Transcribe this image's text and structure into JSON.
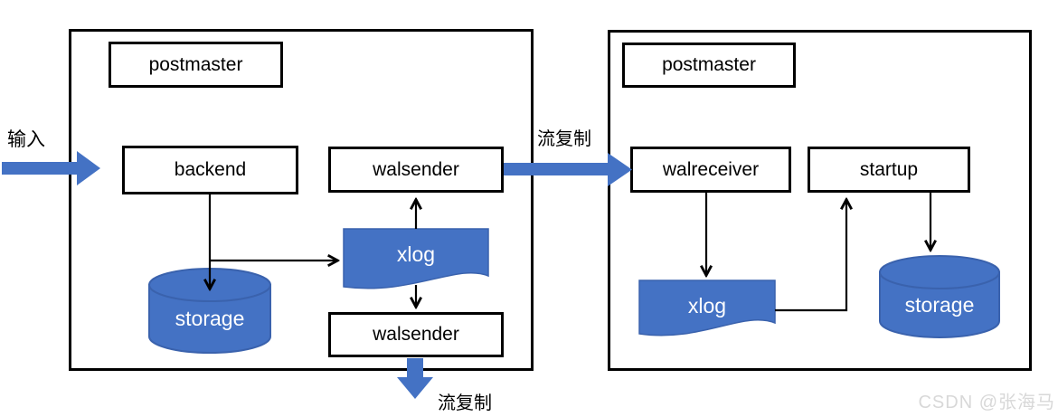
{
  "labels": {
    "input": "输入",
    "stream_replication_top": "流复制",
    "stream_replication_bottom": "流复制"
  },
  "primary_server": {
    "postmaster": "postmaster",
    "backend": "backend",
    "walsender_top": "walsender",
    "walsender_bottom": "walsender",
    "xlog": "xlog",
    "storage": "storage"
  },
  "standby_server": {
    "postmaster": "postmaster",
    "walreceiver": "walreceiver",
    "startup": "startup",
    "xlog": "xlog",
    "storage": "storage"
  },
  "watermark": "CSDN @张海马",
  "colors": {
    "shape_fill": "#4472C4",
    "shape_stroke": "#3A62AD",
    "connector": "#000000",
    "watermark_text": "#D8D8D8"
  }
}
